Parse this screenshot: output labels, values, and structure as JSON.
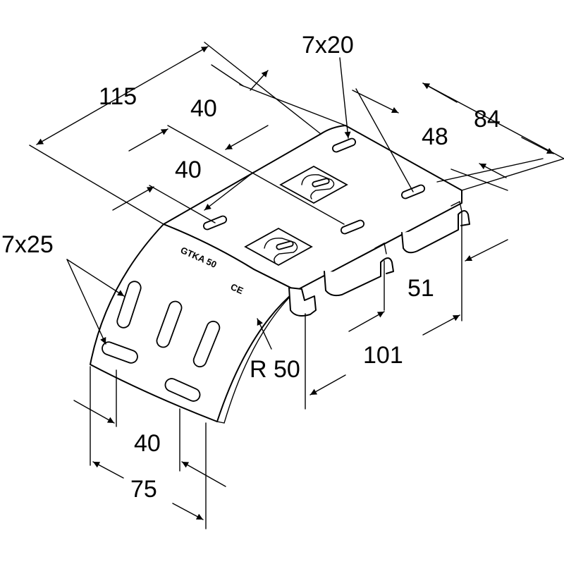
{
  "part_marking": "GTKA 50",
  "certification_mark": "CE",
  "dimensions": {
    "overall_length": "115",
    "slot_spacing_upper": "40",
    "slot_spacing_lower": "40",
    "slot_top": "7x20",
    "slot_end": "7x25",
    "width_outer": "84",
    "width_inner": "48",
    "hook_height": "51",
    "hook_span": "101",
    "bend_radius": "R 50",
    "end_slot_spacing": "40",
    "end_width": "75"
  },
  "colors": {
    "line": "#000000",
    "background": "#ffffff"
  }
}
